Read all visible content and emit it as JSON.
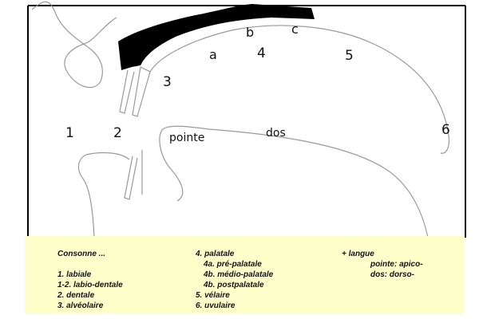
{
  "labels": {
    "n1": "1",
    "n2": "2",
    "n3": "3",
    "n4": "4",
    "n5": "5",
    "n6": "6",
    "a": "a",
    "b": "b",
    "c": "c",
    "pointe": "pointe",
    "dos": "dos"
  },
  "legend": {
    "col1": {
      "title": "Consonne ...",
      "items": [
        "1. labiale",
        "1-2. labio-dentale",
        "2. dentale",
        "3. alvéolaire"
      ]
    },
    "col2": {
      "items": [
        "4. palatale",
        "4a.  pré-palatale",
        "4b. médio-palatale",
        "4b. postpalatale",
        "5. vélaire",
        "6. uvulaire"
      ]
    },
    "col3": {
      "title": "+ langue",
      "items": [
        "pointe: apico-",
        "dos: dorso-"
      ]
    }
  },
  "colors": {
    "legend_background": "#ffffcc",
    "frame": "#000000",
    "outline": "#999999",
    "alveolar_ridge": "#000000"
  }
}
